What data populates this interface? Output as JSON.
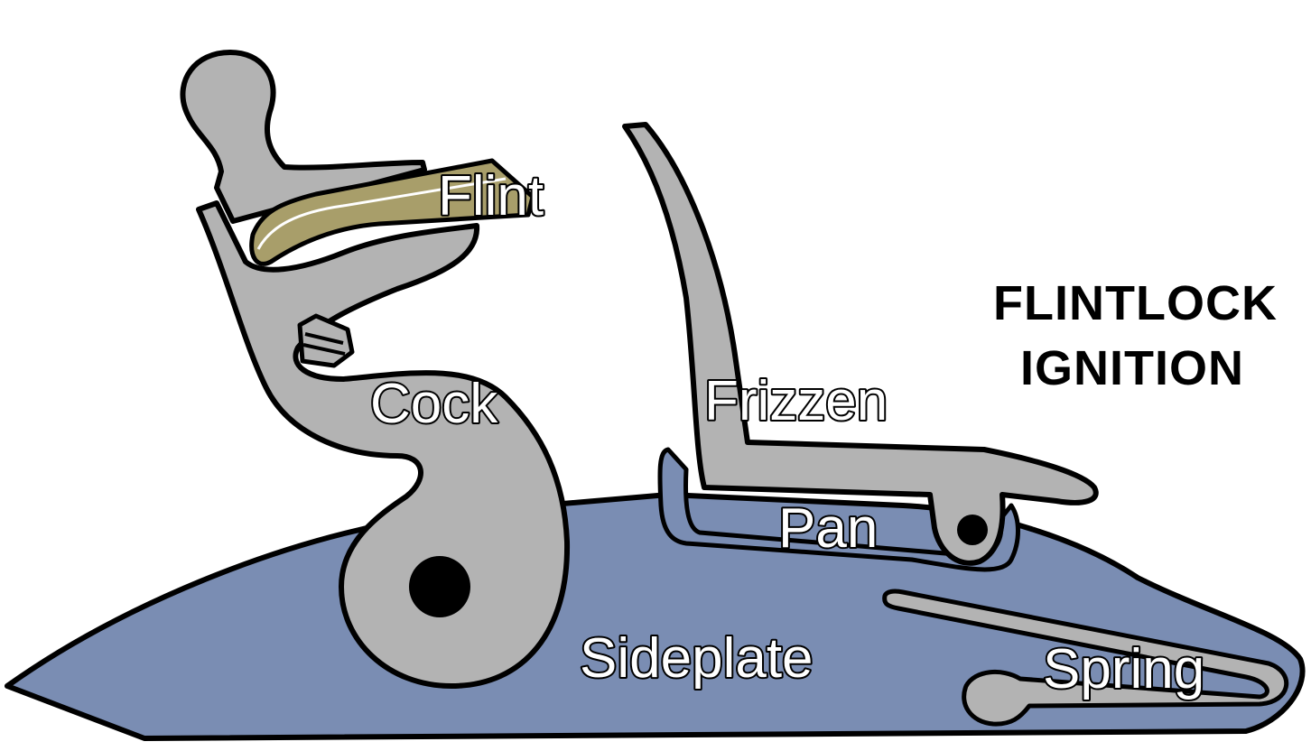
{
  "title": {
    "line1": "FLINTLOCK",
    "line2": "IGNITION"
  },
  "labels": {
    "flint": "Flint",
    "cock": "Cock",
    "frizzen": "Frizzen",
    "pan": "Pan",
    "sideplate": "Sideplate",
    "spring": "Spring"
  },
  "colors": {
    "sideplate": "#7a8db3",
    "metal": "#b3b3b3",
    "flint": "#a89e6a",
    "outline": "#000000",
    "background": "#ffffff"
  }
}
